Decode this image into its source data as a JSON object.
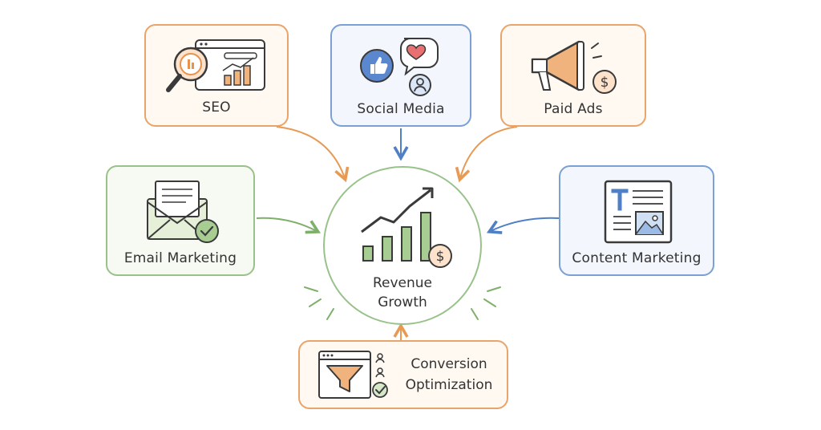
{
  "center": {
    "line1": "Revenue",
    "line2": "Growth"
  },
  "nodes": {
    "seo": {
      "label": "SEO"
    },
    "social": {
      "label": "Social Media"
    },
    "paid": {
      "label": "Paid Ads"
    },
    "email": {
      "label": "Email Marketing"
    },
    "content": {
      "label": "Content Marketing"
    },
    "conversion": {
      "line1": "Conversion",
      "line2": "Optimization"
    }
  },
  "colors": {
    "orange": "#e8a46a",
    "blue": "#7aa0d6",
    "green": "#98c28a",
    "arrow_orange": "#e89a55",
    "arrow_blue": "#4f7fc4",
    "arrow_green": "#7fb06b"
  }
}
